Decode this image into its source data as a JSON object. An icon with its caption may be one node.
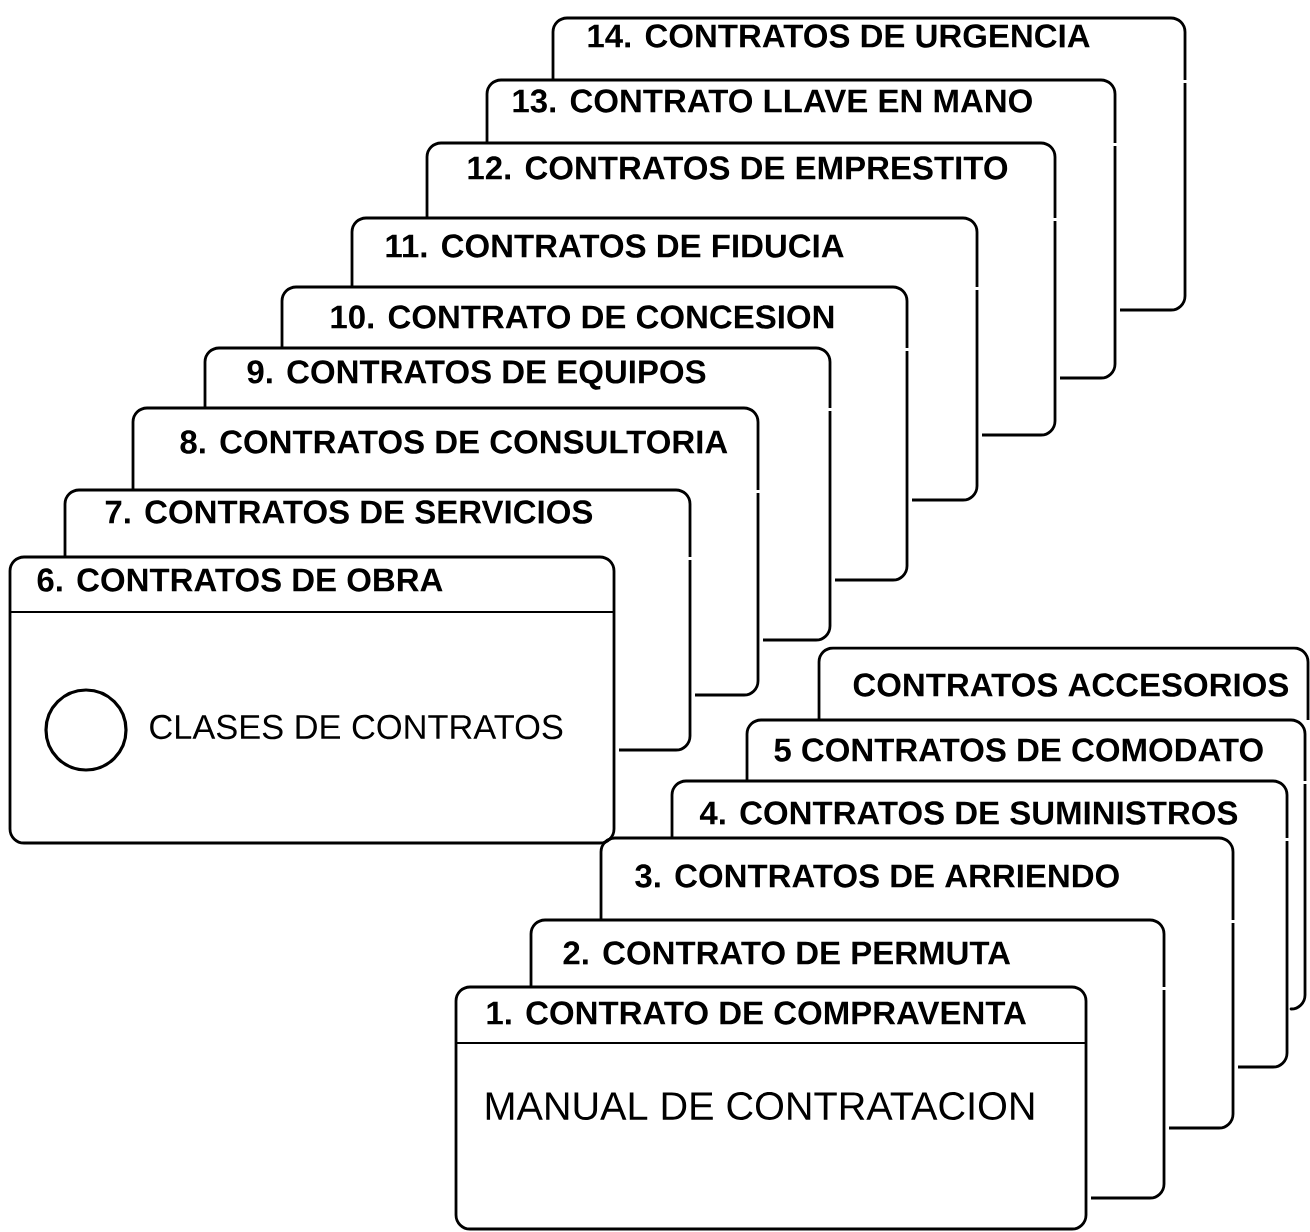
{
  "diagram": {
    "nodes": [
      {
        "text": [
          "14. CONTRATOS DE URGENCIA"
        ]
      },
      {
        "text": [
          "13. CONTRATO LLAVE EN MANO"
        ]
      },
      {
        "text": [
          "12. CONTRATOS DE EMPRESTITO"
        ]
      },
      {
        "text": [
          "11. CONTRATOS DE FIDUCIA"
        ]
      },
      {
        "text": [
          "10. CONTRATO DE CONCESION"
        ]
      },
      {
        "text": [
          "9. CONTRATOS DE EQUIPOS"
        ]
      },
      {
        "text": [
          "8. CONTRATOS DE CONSULTORIA"
        ]
      },
      {
        "text": [
          "7. CONTRATOS DE SERVICIOS"
        ]
      },
      {
        "text": [
          "6. CONTRATOS DE OBRA",
          "CLASES DE CONTRATOS"
        ]
      },
      {
        "text": [],
        "shape": "circle",
        "in": 8
      },
      {
        "text": [
          "CONTRATOS ACCESORIOS"
        ]
      },
      {
        "text": [
          "5 CONTRATOS DE COMODATO"
        ]
      },
      {
        "text": [
          "4. CONTRATOS DE SUMINISTROS"
        ]
      },
      {
        "text": [
          "3. CONTRATOS DE ARRIENDO"
        ]
      },
      {
        "text": [
          "2. CONTRATO DE PERMUTA"
        ]
      },
      {
        "text": [
          "1. CONTRATO DE COMPRAVENTA",
          "MANUAL DE CONTRATACION"
        ]
      }
    ]
  }
}
